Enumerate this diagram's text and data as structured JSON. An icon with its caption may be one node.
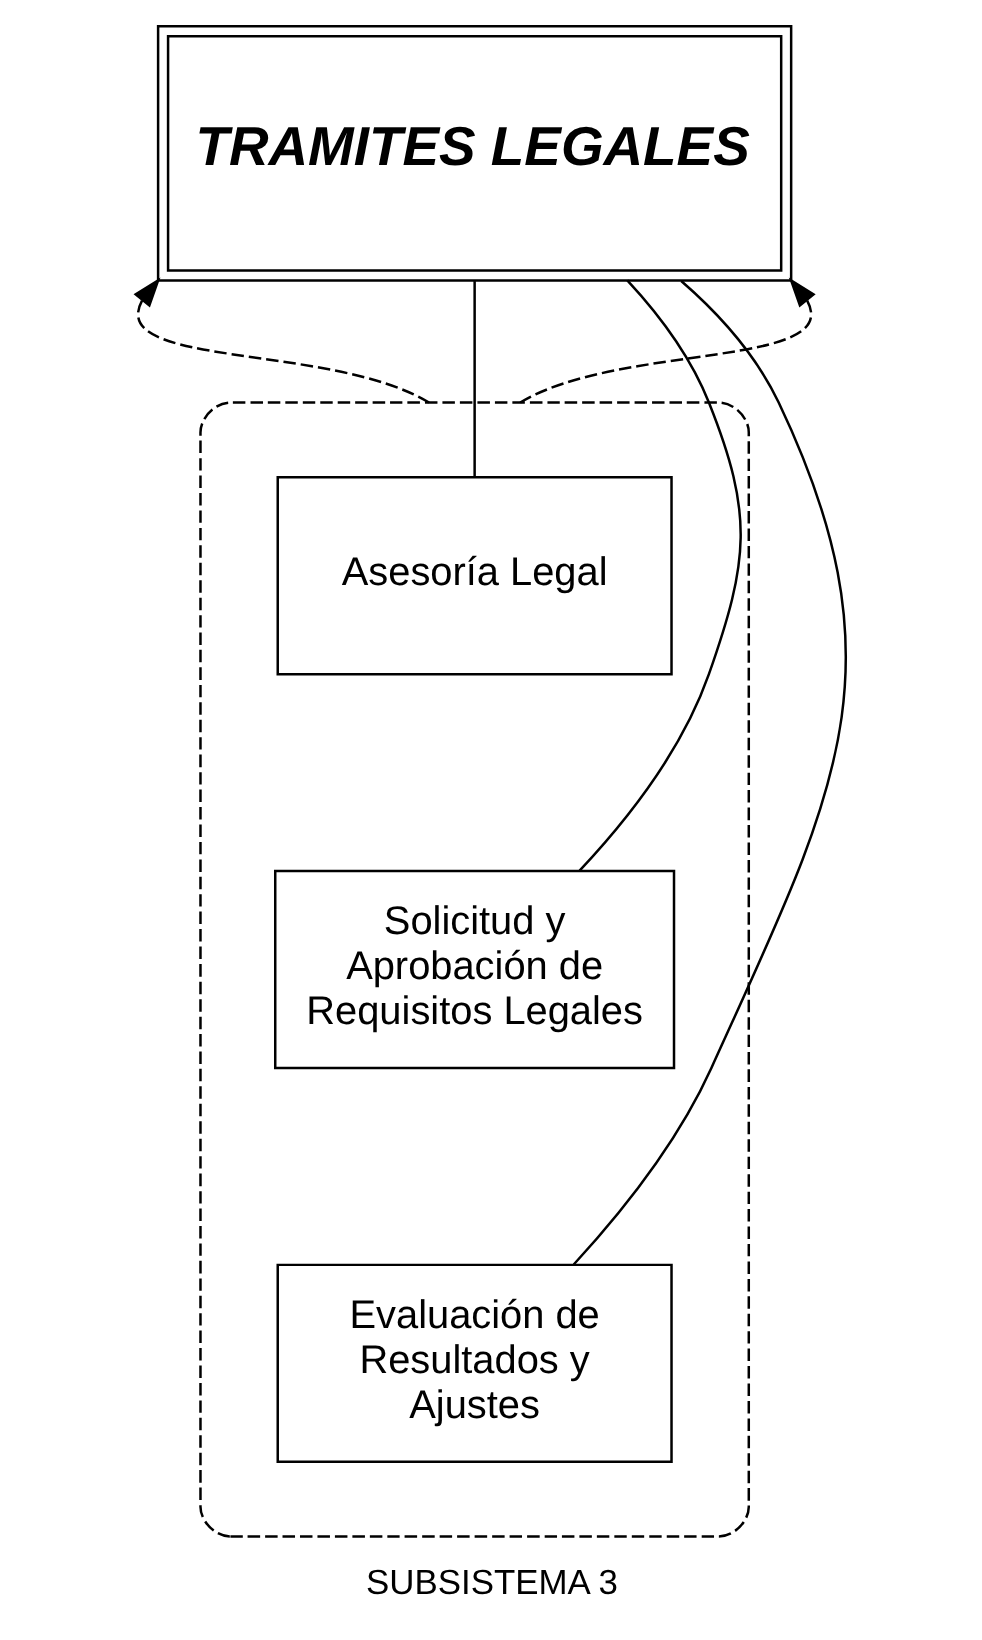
{
  "diagram": {
    "caption": "SUBSISTEMA 3",
    "nodes": [
      {
        "text": [
          "TRAMITES LEGALES"
        ]
      },
      {
        "text": [],
        "shape": "box"
      },
      {
        "text": [
          "Asesoría Legal"
        ],
        "in": 1
      },
      {
        "text": [
          "Solicitud y Aprobación de Requisitos Legales"
        ],
        "in": 1
      },
      {
        "text": [
          "Evaluación de Resultados y Ajustes"
        ],
        "in": 1
      }
    ],
    "edges": [
      {
        "from": 0,
        "to": 2,
        "arrow": "none"
      },
      {
        "from": 0,
        "to": 3,
        "arrow": "none"
      },
      {
        "from": 0,
        "to": 4,
        "arrow": "none"
      },
      {
        "from": 1,
        "to": 0,
        "arrow": "to",
        "style": "dashed"
      },
      {
        "from": 1,
        "to": 0,
        "arrow": "to",
        "style": "dashed"
      }
    ]
  }
}
